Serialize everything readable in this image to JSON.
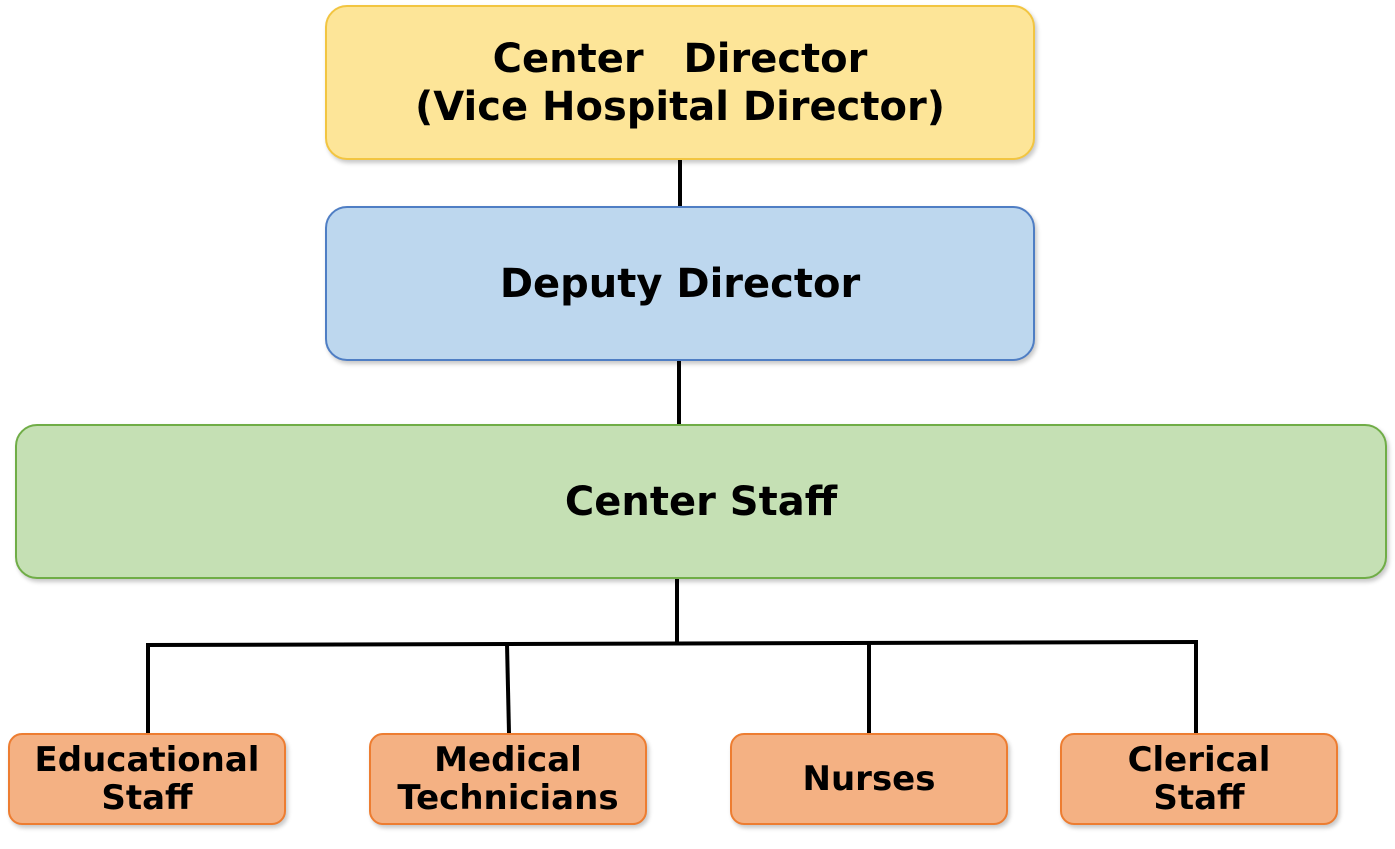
{
  "nodes": {
    "director": {
      "line1": "Center　Director",
      "line2": "(Vice Hospital Director)"
    },
    "deputy": {
      "label": "Deputy Director"
    },
    "staff": {
      "label": "Center Staff"
    },
    "educational": {
      "line1": "Educational",
      "line2": "Staff"
    },
    "medical": {
      "line1": "Medical",
      "line2": "Technicians"
    },
    "nurses": {
      "label": "Nurses"
    },
    "clerical": {
      "line1": "Clerical",
      "line2": "Staff"
    }
  },
  "colors": {
    "director_fill": "#fde598",
    "deputy_fill": "#bdd7ee",
    "staff_fill": "#c5e0b4",
    "leaf_fill": "#f4b183",
    "connector": "#000000"
  }
}
